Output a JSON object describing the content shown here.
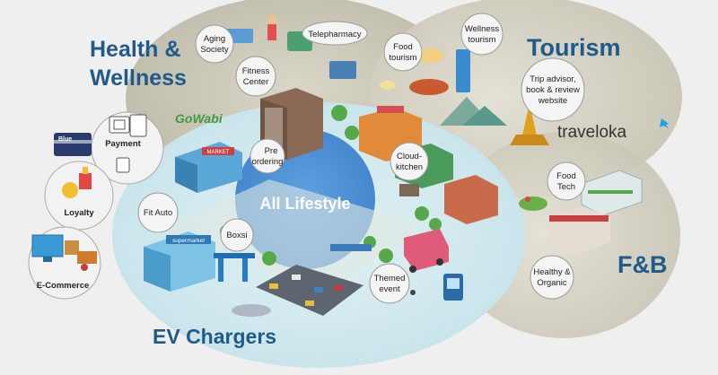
{
  "sectors": {
    "health": [
      "Health &",
      "Wellness"
    ],
    "tourism": "Tourism",
    "fnb": "F&B",
    "ev": "EV Chargers",
    "center": "All Lifestyle"
  },
  "brands": {
    "gowabi": "GoWabi",
    "traveloka": "traveloka",
    "card": "Blue"
  },
  "bubbles": {
    "aging": [
      "Aging",
      "Society"
    ],
    "telepharmacy": "Telepharmacy",
    "fitness": [
      "Fitness",
      "Center"
    ],
    "food_tourism": [
      "Food",
      "tourism"
    ],
    "wellness_tourism": [
      "Wellness",
      "tourism"
    ],
    "trip": [
      "Trip advisor,",
      "book & review",
      "website"
    ],
    "preordering": [
      "Pre",
      "ordering"
    ],
    "cloud": [
      "Cloud-",
      "kitchen"
    ],
    "food_tech": [
      "Food",
      "Tech"
    ],
    "healthy": [
      "Healthy &",
      "Organic"
    ],
    "fit_auto": "Fit Auto",
    "boxsi": "Boxsi",
    "themed": [
      "Themed",
      "event"
    ],
    "payment": "Payment",
    "loyalty": "Loyalty",
    "ecommerce": "E-Commerce"
  },
  "signage": {
    "market": "MARKET",
    "supermarket": "supermarket"
  },
  "colors": {
    "sector_text": "#1f5a8a",
    "center_circle": "#3a86d4",
    "inner_zone": "#d4eaf0",
    "upper_zone": "#c9c6b6",
    "right_zone": "#d6d3c6",
    "gowabi_green": "#3f9a3f",
    "traveloka_blue": "#1aa3e8"
  },
  "icons": [
    "payment-icon",
    "loyalty-icon",
    "ecommerce-icon",
    "market-building-icon",
    "supermarket-building-icon",
    "ev-charger-icon",
    "parking-lot-icon",
    "food-truck-icon",
    "pagoda-icon",
    "fitness-person-icon"
  ]
}
